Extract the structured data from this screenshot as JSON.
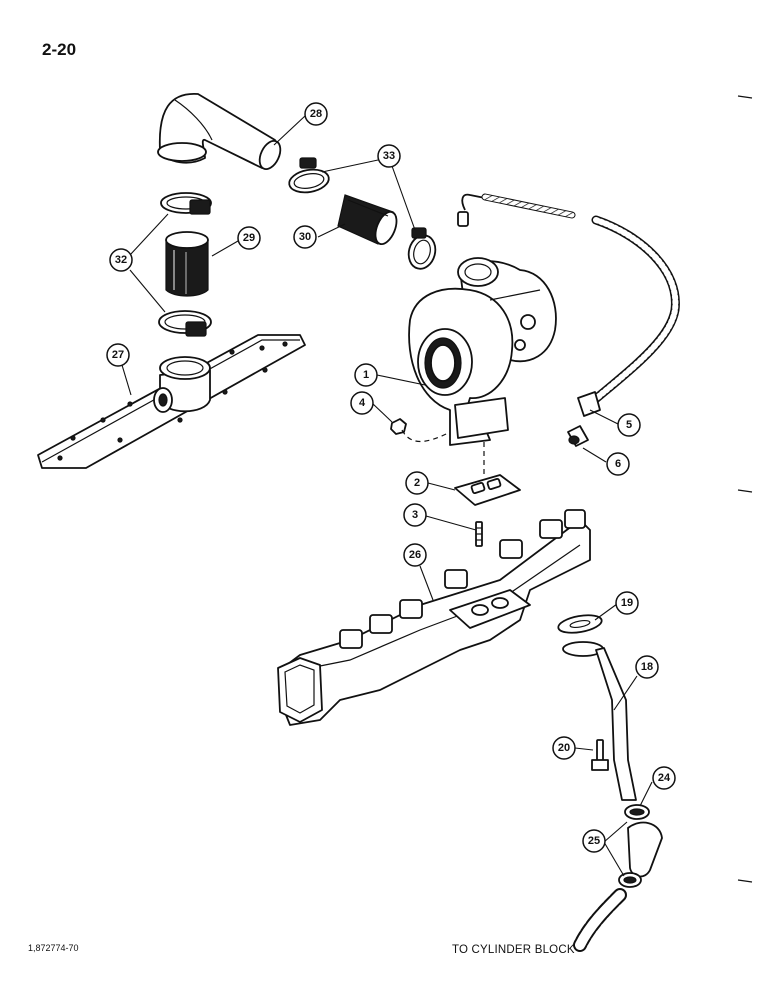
{
  "page_number": "2-20",
  "figure_id": "1,872774-70",
  "destination_label": "TO CYLINDER BLOCK",
  "callouts": {
    "c1": "1",
    "c2": "2",
    "c3": "3",
    "c4": "4",
    "c5": "5",
    "c6": "6",
    "c18": "18",
    "c19": "19",
    "c20": "20",
    "c24": "24",
    "c25": "25",
    "c26": "26",
    "c27": "27",
    "c28": "28",
    "c29": "29",
    "c30": "30",
    "c32": "32",
    "c33": "33"
  }
}
